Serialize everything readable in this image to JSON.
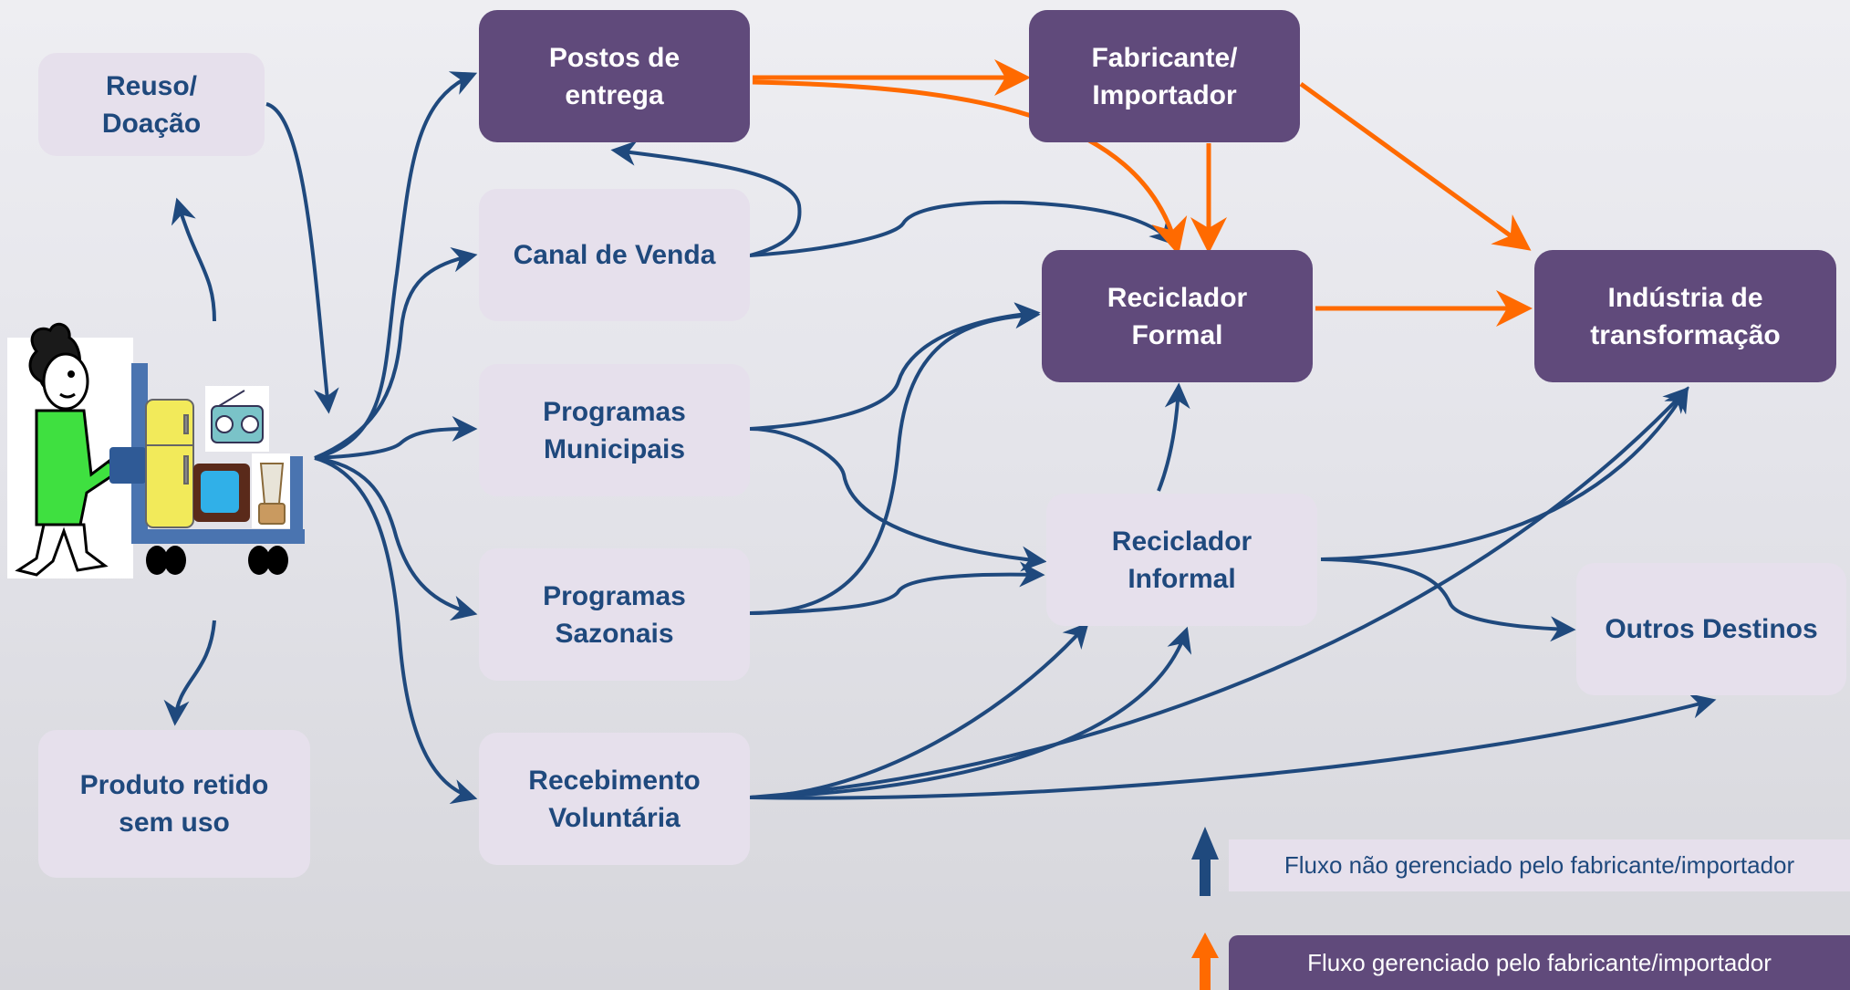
{
  "nodes": {
    "reuso": "Reuso/\nDoação",
    "produto_retido": "Produto retido\nsem uso",
    "postos": "Postos de\nentrega",
    "canal": "Canal de Venda",
    "prog_municipais": "Programas\nMunicipais",
    "prog_sazonais": "Programas\nSazonais",
    "recebimento": "Recebimento\nVoluntária",
    "fabricante": "Fabricante/\nImportador",
    "reciclador_formal": "Reciclador\nFormal",
    "reciclador_informal": "Reciclador\nInformal",
    "industria": "Indústria de\ntransformação",
    "outros": "Outros Destinos"
  },
  "legend": {
    "unmanaged": "Fluxo não gerenciado pelo fabricante/importador",
    "managed": "Fluxo gerenciado pelo fabricante/importador"
  },
  "colors": {
    "unmanaged_flow": "#1f497d",
    "managed_flow": "#ff6a00",
    "dark_box": "#604a7b",
    "light_box": "#e6e0ec"
  },
  "illustration": "person-pushing-cart-with-appliances"
}
